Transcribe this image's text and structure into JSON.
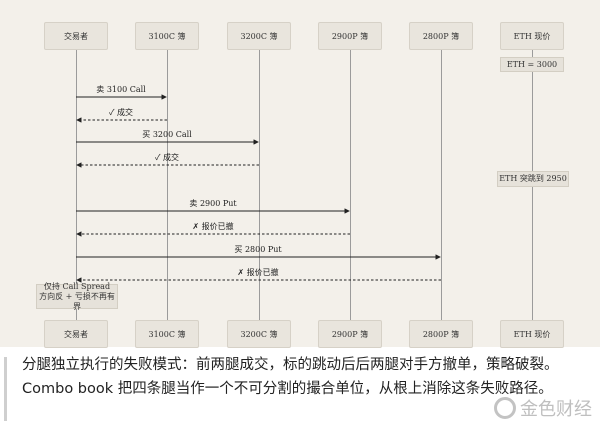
{
  "lifelines": [
    "交易者",
    "3100C 簿",
    "3200C 簿",
    "2900P 簿",
    "2800P 簿",
    "ETH 现价"
  ],
  "notes": {
    "eth_start": "ETH = 3000",
    "eth_jump": "ETH 突跳到 2950",
    "trader_line1": "仅持 Call Spread",
    "trader_line2": "方向反 + 亏损不再有界"
  },
  "messages": [
    {
      "label": "卖 3100 Call",
      "kind": "request"
    },
    {
      "label": "✓ 成交",
      "kind": "reply"
    },
    {
      "label": "买 3200 Call",
      "kind": "request"
    },
    {
      "label": "✓ 成交",
      "kind": "reply"
    },
    {
      "label": "卖 2900 Put",
      "kind": "request"
    },
    {
      "label": "✗ 报价已撤",
      "kind": "reply"
    },
    {
      "label": "买 2800 Put",
      "kind": "request"
    },
    {
      "label": "✗ 报价已撤",
      "kind": "reply"
    }
  ],
  "caption": {
    "line1": "分腿独立执行的失败模式：前两腿成交，标的跳动后后两腿对手方撤单，策略破裂。",
    "line2": "Combo book 把四条腿当作一个不可分割的撮合单位，从根上消除这条失败路径。"
  },
  "watermark": "金色财经"
}
